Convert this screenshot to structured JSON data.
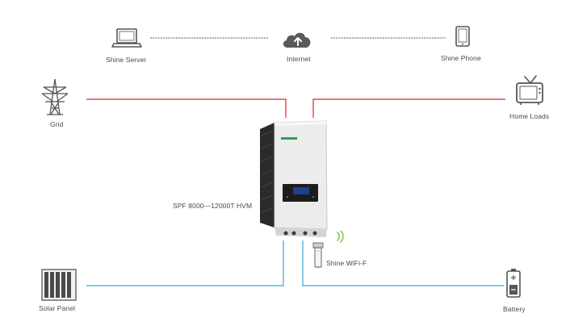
{
  "diagram": {
    "nodes": {
      "shine_server": {
        "label": "Shine Server",
        "icon": "laptop-icon"
      },
      "internet": {
        "label": "Internet",
        "icon": "cloud-upload-icon"
      },
      "shine_phone": {
        "label": "Shine Phone",
        "icon": "tablet-icon"
      },
      "grid": {
        "label": "Grid",
        "icon": "power-tower-icon"
      },
      "home_loads": {
        "label": "Home Loads",
        "icon": "tv-icon"
      },
      "inverter": {
        "label": "SPF 8000—12000T HVM",
        "icon": "inverter-icon"
      },
      "wifi": {
        "label": "Shine WiFi-F",
        "icon": "wifi-dongle-icon"
      },
      "solar": {
        "label": "Solar Panel",
        "icon": "solar-panel-icon"
      },
      "battery": {
        "label": "Battery",
        "icon": "battery-icon"
      }
    },
    "colors": {
      "ac_line": "#d9262b",
      "dc_line": "#3aa6d6",
      "data_line": "#555555",
      "wifi_signal": "#7dc242",
      "inverter_accent": "#2e9e4a"
    }
  }
}
